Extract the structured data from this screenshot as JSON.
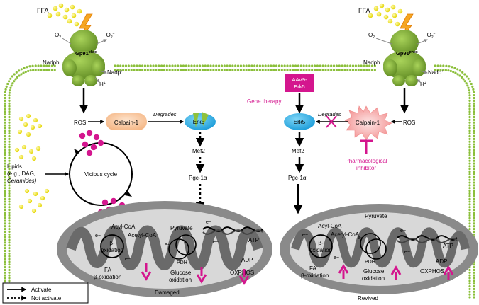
{
  "ffa_left": "FFA",
  "ffa_right": "FFA",
  "o2_left": "O",
  "o2_right": "O",
  "o2_sub": "2",
  "o2minus_left": "·O",
  "o2minus_right": "·O",
  "o2minus_sup": "−",
  "gp91_label": "Gp91",
  "gp91_sup": "phox",
  "nadph": "Nadph",
  "nadp": "Nadp",
  "nadp_sup": "+",
  "h": "H",
  "h_sup": "+",
  "ros": "ROS",
  "calpain": "Calpain-1",
  "degrades": "Degrades",
  "erk5": "Erk5",
  "mef2": "Mef2",
  "pgc1a": "Pgc-1α",
  "vicious_cycle": "Vicious cycle",
  "lipids_line1": "Lipids",
  "lipids_line2": "(e.g., DAG,",
  "lipids_line3": "Ceramides)",
  "acyl_coa": "Acyl-CoA",
  "acetyl_coa": "Acetyl-CoA",
  "beta": "β-",
  "oxidation": "oxidation",
  "fa": "FA",
  "beta_oxidation": "β-oxidation",
  "pyruvate": "Pyruvate",
  "pdh": "PDH",
  "glucose": "Glucose",
  "electron": "e−",
  "atp": "ATP",
  "adp": "ADP",
  "oxphos": "OXPHOS",
  "damaged": "Damaged",
  "revived": "Revived",
  "aav9_line1": "AAV9-",
  "aav9_line2": "Erk5",
  "gene_therapy": "Gene therapy",
  "pharma_line1": "Pharmacological",
  "pharma_line2": "inhibitor",
  "legend_activate": "Activate",
  "legend_not_activate": "Not activate",
  "colors": {
    "membrane": "#8bbf3a",
    "gp91": "#6f9a2c",
    "calpain_left": "#f9c89f",
    "calpain_right": "#f6a6a6",
    "erk5": "#2bb0e8",
    "magenta": "#d4168e",
    "yellow": "#f0e81a",
    "mito_outer": "#7f7f7f",
    "mito_inner": "#5f5f5f"
  }
}
